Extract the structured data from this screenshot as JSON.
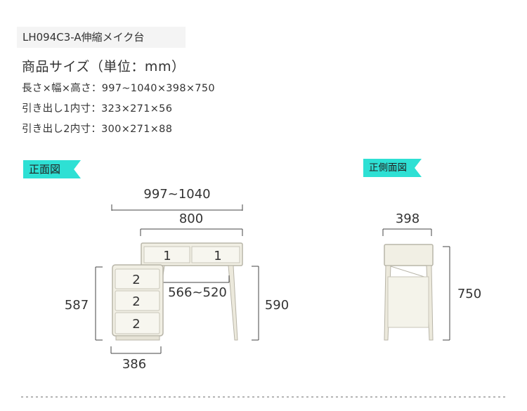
{
  "product": {
    "model": "LH094C3-A伸縮メイク台"
  },
  "size": {
    "title": "商品サイズ（単位：mm）",
    "lines": [
      "長さ×幅×高さ：997~1040×398×750",
      "引き出し1内寸：323×271×56",
      "引き出し2内寸：300×271×88"
    ]
  },
  "front_view": {
    "tag": "正面図",
    "total_width": "997~1040",
    "top_width": "800",
    "leg_span": "566~520",
    "cabinet_height": "587",
    "desk_height": "590",
    "cabinet_width": "386",
    "drawer_top_left": "1",
    "drawer_top_right": "1",
    "cab_drawer_1": "2",
    "cab_drawer_2": "2",
    "cab_drawer_3": "2"
  },
  "side_view": {
    "tag": "正側面図",
    "depth": "398",
    "height": "750"
  },
  "colors": {
    "accent_tag": "#2ee0d4",
    "furniture_fill": "#f1efe4",
    "furniture_stroke": "#b8b5a8",
    "dim_line": "#444444"
  }
}
